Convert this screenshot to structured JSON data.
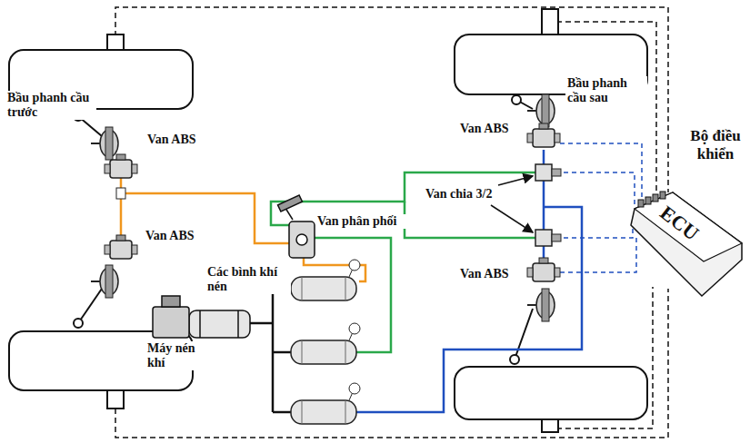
{
  "diagram": {
    "nodes": [
      {
        "text": [
          "Bộ điều khiển",
          "ECU"
        ]
      }
    ],
    "labels": [
      "Bầu phanh cầu trước",
      "Van ABS",
      "Van ABS",
      "Van phân phối",
      "Các bình khí nén",
      "Máy nén khí",
      "Bầu phanh cầu sau",
      "Van ABS",
      "Van chia 3/2",
      "Van ABS"
    ]
  }
}
